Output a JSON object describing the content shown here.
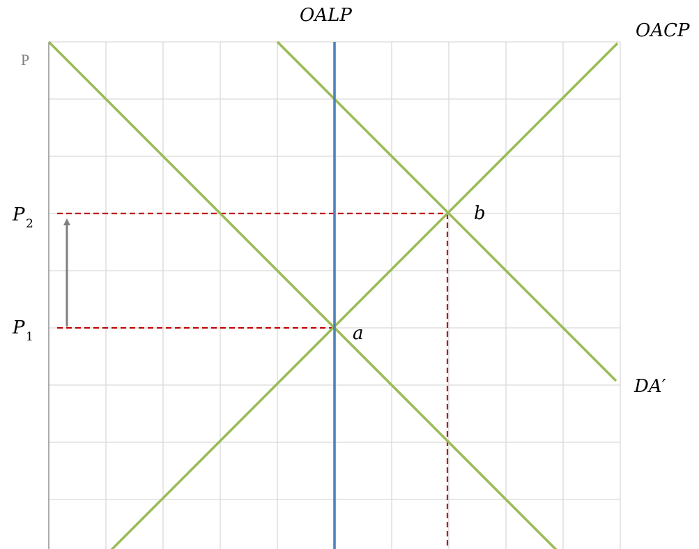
{
  "labels": {
    "oalp": "OALP",
    "oacp": "OACP",
    "axis_p": "P",
    "p2_main": "P",
    "p2_sub": "2",
    "p1_main": "P",
    "p1_sub": "1",
    "point_a": "a",
    "point_b": "b",
    "da_prime": "DA′"
  },
  "colors": {
    "curve_green": "#9bbb59",
    "oalp_blue": "#4f81bd",
    "guide_red": "#c00000",
    "arrow_gray": "#7f7f7f",
    "grid": "#d9d9d9"
  }
}
